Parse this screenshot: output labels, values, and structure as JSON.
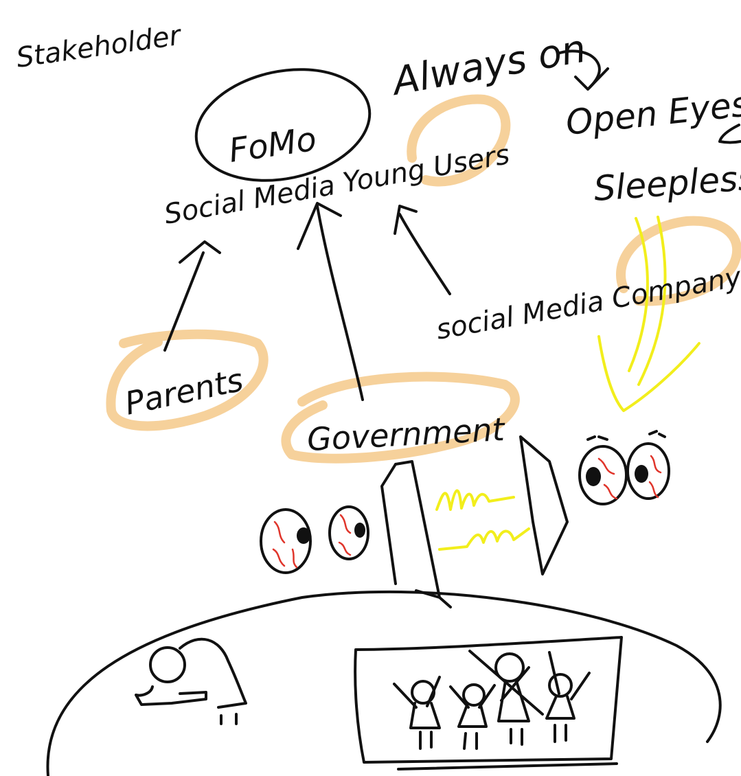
{
  "labels": {
    "stakeholder": "Stakeholder",
    "always_on": "Always on",
    "open_eyes": "Open Eyes",
    "sleepless": "Sleepless",
    "fomo": "FoMo",
    "social_media_young_users": "Social Media Young Users",
    "social_media_company": "social Media Company",
    "parents": "Parents",
    "government": "Government"
  },
  "colors": {
    "ink": "#111111",
    "highlight": "#f5c98a",
    "yellow": "#f2ee1c",
    "vein": "#e0352b"
  }
}
